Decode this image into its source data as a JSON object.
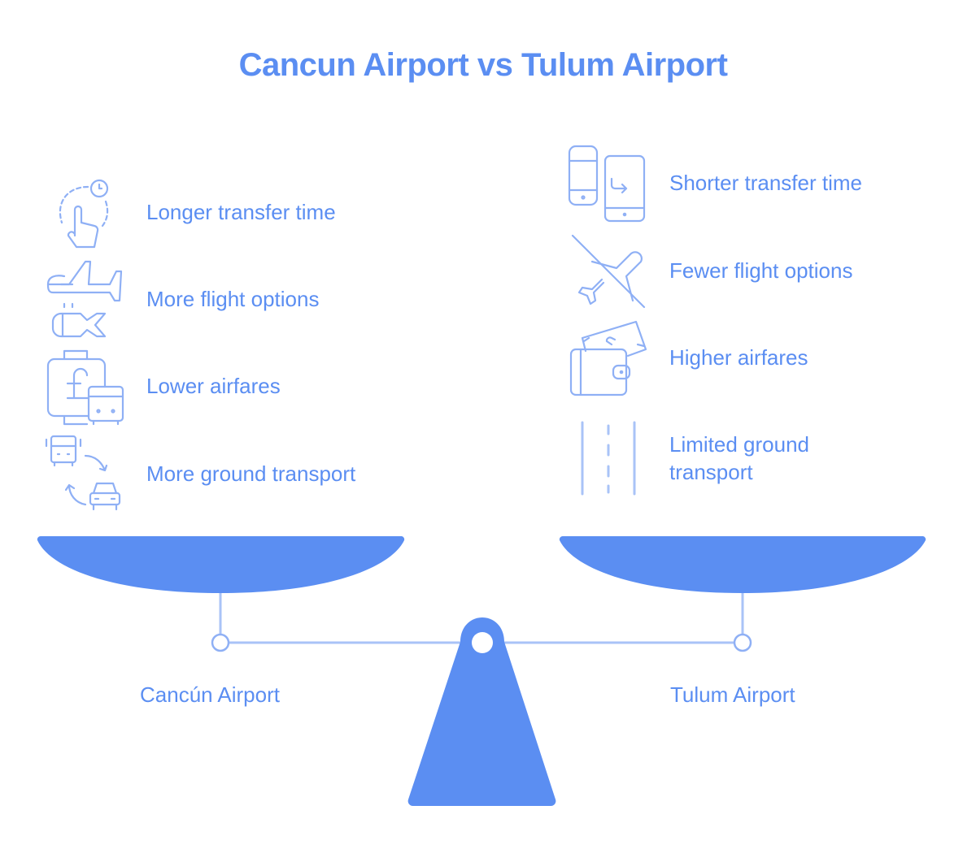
{
  "title": "Cancun Airport vs Tulum Airport",
  "colors": {
    "primary": "#5b8ef2",
    "line": "#a9c3f7",
    "background": "#ffffff"
  },
  "left": {
    "label": "Cancún Airport",
    "items": [
      {
        "icon": "hand-tap-clock-icon",
        "text": "Longer transfer time"
      },
      {
        "icon": "airplane-multiple-icon",
        "text": "More flight options"
      },
      {
        "icon": "pound-luggage-bus-icon",
        "text": "Lower airfares"
      },
      {
        "icon": "bus-car-exchange-icon",
        "text": "More ground transport"
      }
    ]
  },
  "right": {
    "label": "Tulum Airport",
    "items": [
      {
        "icon": "phone-transfer-icon",
        "text": "Shorter transfer time"
      },
      {
        "icon": "airplane-off-icon",
        "text": "Fewer flight options"
      },
      {
        "icon": "wallet-money-icon",
        "text": "Higher airfares"
      },
      {
        "icon": "road-icon",
        "text": "Limited ground transport"
      }
    ]
  }
}
